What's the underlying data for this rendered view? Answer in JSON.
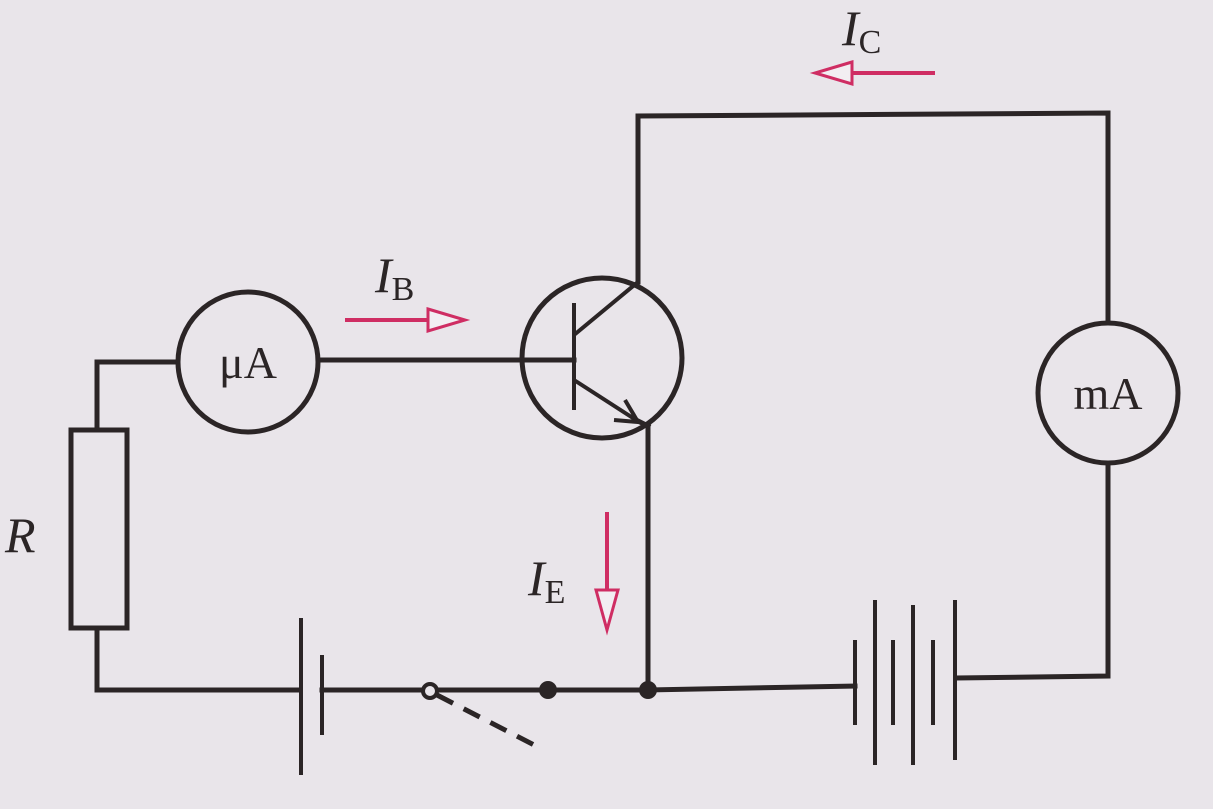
{
  "diagram": {
    "labels": {
      "resistor": "R",
      "microammeter": "μA",
      "milliammeter": "mA",
      "base_current_main": "I",
      "base_current_sub": "B",
      "collector_current_main": "I",
      "collector_current_sub": "C",
      "emitter_current_main": "I",
      "emitter_current_sub": "E"
    },
    "colors": {
      "wire": "#2b2526",
      "current_arrow": "#cf2d63",
      "background": "#e9e5ea"
    }
  }
}
